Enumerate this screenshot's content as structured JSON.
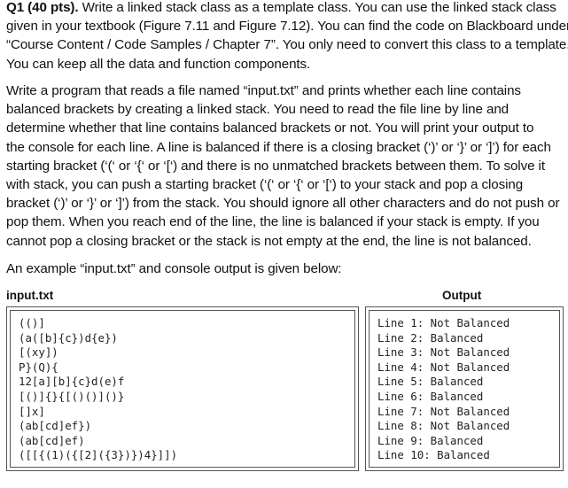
{
  "question": {
    "title": "Q1 (40 pts).",
    "para1_lines": [
      " Write a linked stack class as a template class. You can use the linked stack class",
      "given in your textbook (Figure 7.11 and Figure 7.12). You can find the code on Blackboard under",
      "“Course Content / Code Samples / Chapter 7”. You only need to convert this class to a template.",
      "You can keep all the data and function components."
    ],
    "para2_lines": [
      "Write a program that reads a file named “input.txt” and prints whether each line contains",
      "balanced brackets by creating a linked stack. You need to read the file line by line and",
      "determine whether that line contains balanced brackets or not. You will print your output to",
      "the console for each line. A line is balanced if there is a closing bracket (‘)’ or ‘}’ or ‘]’) for each",
      "starting bracket (‘(‘ or ‘{‘ or ‘[‘) and there is no unmatched brackets between them. To solve it",
      "with stack, you can push a starting bracket (‘(‘ or ‘{‘ or ‘[‘) to your stack and pop a closing",
      "bracket (‘)’ or ‘}’ or ‘]’) from the stack. You should ignore all other characters and do not push or",
      "pop them. When you reach end of the line, the line is balanced if your stack is empty. If you",
      "cannot pop a closing bracket or the stack is not empty at the end, the line is not balanced."
    ],
    "example_intro": "An example “input.txt” and console output is given below:"
  },
  "input_title": "input.txt",
  "output_title": "Output",
  "input_lines": [
    "(()]",
    "(a([b]{c})d{e})",
    "[(xy])",
    "P}(Q){",
    "12[a][b]{c}d(e)f",
    "[()]{}{[()()]()}",
    "[]x]",
    "(ab[cd]ef})",
    "(ab[cd]ef)",
    "([[{(1)({[2]({3})})4}]])"
  ],
  "output_lines": [
    "Line 1: Not Balanced",
    "Line 2: Balanced",
    "Line 3: Not Balanced",
    "Line 4: Not Balanced",
    "Line 5: Balanced",
    "Line 6: Balanced",
    "Line 7: Not Balanced",
    "Line 8: Not Balanced",
    "Line 9: Balanced",
    "Line 10: Balanced"
  ]
}
